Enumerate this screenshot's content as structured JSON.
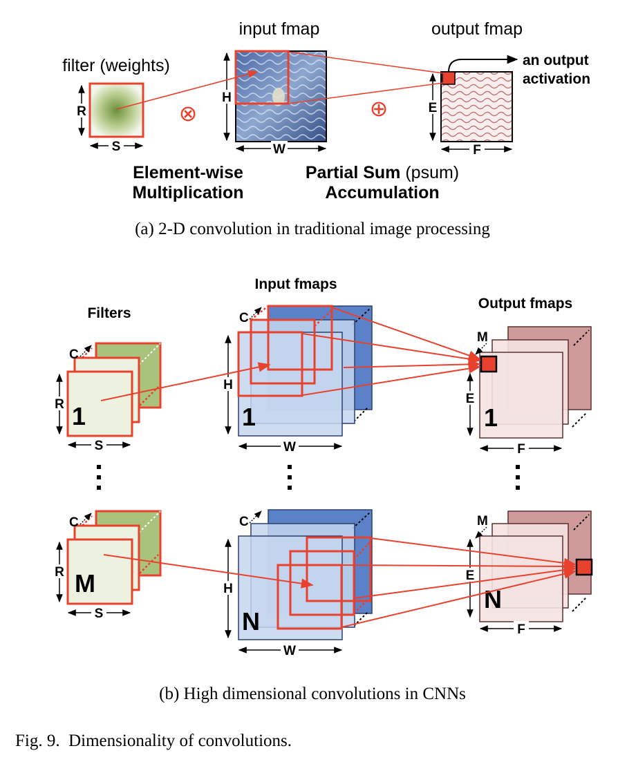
{
  "part_a": {
    "filter_title": "filter (weights)",
    "input_title": "input fmap",
    "output_title": "output fmap",
    "output_activation_line1": "an output",
    "output_activation_line2": "activation",
    "dim_R": "R",
    "dim_S": "S",
    "dim_H": "H",
    "dim_W": "W",
    "dim_E": "E",
    "dim_F": "F",
    "op_multiply": "⊗",
    "op_add": "⊕",
    "elementwise_line1": "Element-wise",
    "elementwise_line2": "Multiplication",
    "psum_bold": "Partial Sum",
    "psum_normal": " (psum)",
    "accumulation": "Accumulation",
    "caption": "(a) 2-D convolution in traditional image processing"
  },
  "part_b": {
    "filters_title": "Filters",
    "input_title": "Input fmaps",
    "output_title": "Output fmaps",
    "dim_C": "C",
    "dim_M": "M",
    "dim_R": "R",
    "dim_S": "S",
    "dim_H": "H",
    "dim_W": "W",
    "dim_E": "E",
    "dim_F": "F",
    "index_1": "1",
    "index_M": "M",
    "index_N": "N",
    "caption": "(b) High dimensional convolutions in CNNs"
  },
  "figure_caption": "Fig. 9.  Dimensionality of convolutions.",
  "colors": {
    "highlight_red": "#e8412e",
    "filter_green": "#a9c27c",
    "filter_green_light": "#edf1df",
    "input_blue": "#5b82c9",
    "input_blue_light": "#c6d6ee",
    "output_pink": "#cf9a9a",
    "output_pink_light": "#f4e2e2"
  }
}
